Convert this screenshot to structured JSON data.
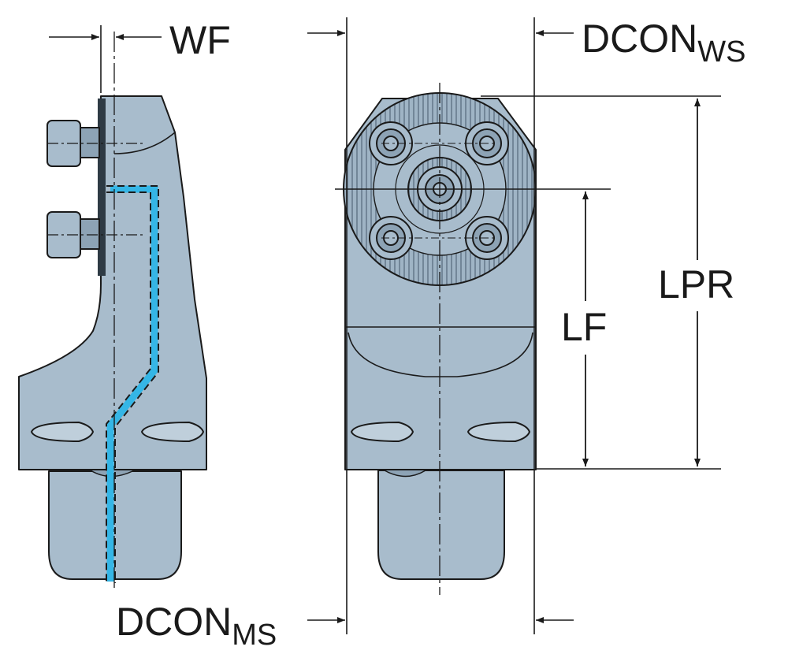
{
  "labels": {
    "wf": "WF",
    "dcon_ws_main": "DCON",
    "dcon_ws_sub": "WS",
    "dcon_ms_main": "DCON",
    "dcon_ms_sub": "MS",
    "lpr": "LPR",
    "lf": "LF"
  },
  "colors": {
    "body": "#a8bccc",
    "body_dark": "#8da3b5",
    "outline": "#1a1a1a",
    "coolant": "#35b6e6",
    "background": "#ffffff"
  }
}
